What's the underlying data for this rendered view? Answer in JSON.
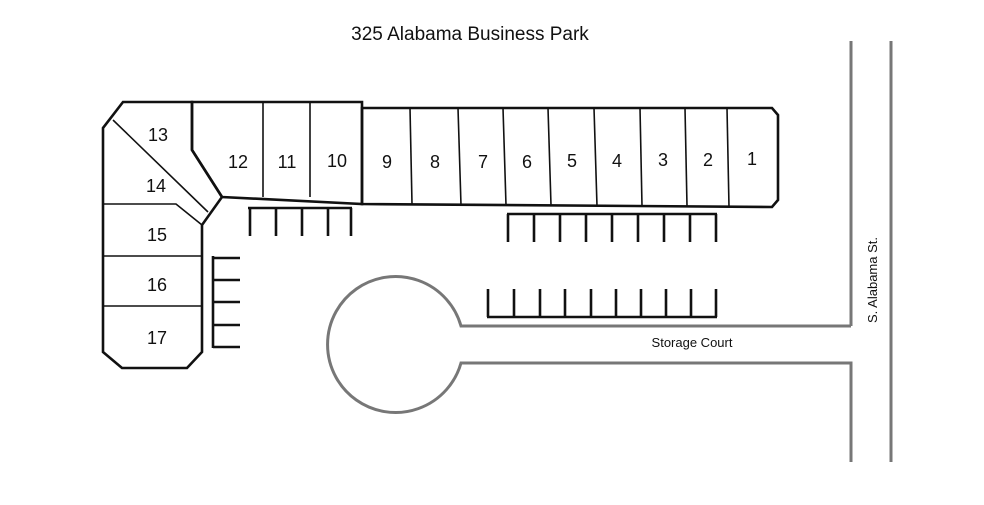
{
  "title": "325 Alabama Business Park",
  "units": {
    "u1": "1",
    "u2": "2",
    "u3": "3",
    "u4": "4",
    "u5": "5",
    "u6": "6",
    "u7": "7",
    "u8": "8",
    "u9": "9",
    "u10": "10",
    "u11": "11",
    "u12": "12",
    "u13": "13",
    "u14": "14",
    "u15": "15",
    "u16": "16",
    "u17": "17"
  },
  "streets": {
    "storage_court": "Storage Court",
    "alabama_st": "S. Alabama St."
  },
  "colors": {
    "building_outline": "#111111",
    "road": "#777777",
    "background": "#ffffff"
  }
}
